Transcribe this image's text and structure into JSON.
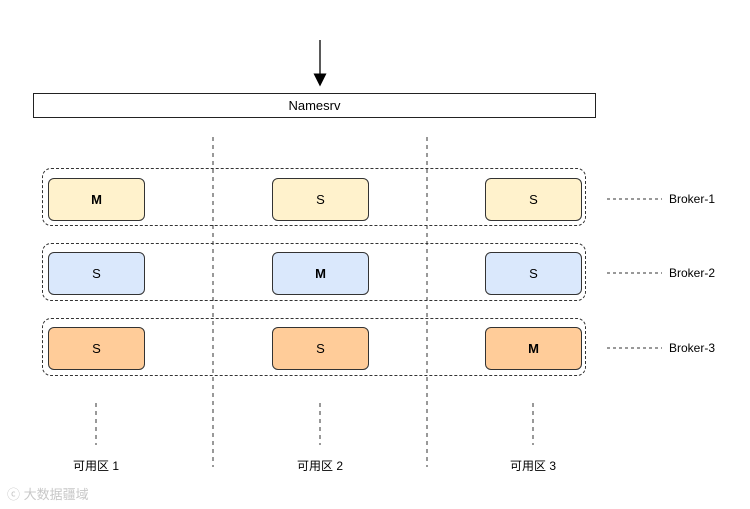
{
  "namesrv": {
    "label": "Namesrv"
  },
  "brokers": [
    {
      "label": "Broker-1",
      "nodes": [
        "M",
        "S",
        "S"
      ],
      "color": "#fff2cc"
    },
    {
      "label": "Broker-2",
      "nodes": [
        "S",
        "M",
        "S"
      ],
      "color": "#dae8fc"
    },
    {
      "label": "Broker-3",
      "nodes": [
        "S",
        "S",
        "M"
      ],
      "color": "#ffcc99"
    }
  ],
  "zones": [
    {
      "label": "可用区 1"
    },
    {
      "label": "可用区 2"
    },
    {
      "label": "可用区 3"
    }
  ],
  "watermark": {
    "text": "大数据疆域"
  }
}
